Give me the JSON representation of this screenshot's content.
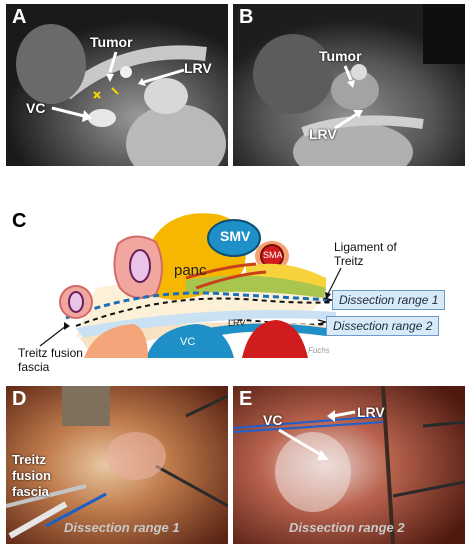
{
  "panels": {
    "a": {
      "letter": "A",
      "tumor": "Tumor",
      "lrv": "LRV",
      "vc": "VC"
    },
    "b": {
      "letter": "B",
      "tumor": "Tumor",
      "lrv": "LRV"
    },
    "c": {
      "letter": "C",
      "smv": "SMV",
      "sma": "SMA",
      "panc": "panc",
      "vc": "VC",
      "lrv": "LRV",
      "ligament_line1": "Ligament of",
      "ligament_line2": "Treitz",
      "range1": "Dissection range 1",
      "range2": "Dissection range 2",
      "fascia_line1": "Treitz fusion",
      "fascia_line2": "fascia",
      "signature": "Fuchs"
    },
    "d": {
      "letter": "D",
      "fascia_line1": "Treitz",
      "fascia_line2": "fusion",
      "fascia_line3": "fascia",
      "caption": "Dissection range 1"
    },
    "e": {
      "letter": "E",
      "vc": "VC",
      "lrv": "LRV",
      "caption": "Dissection range 2"
    }
  },
  "colors": {
    "pancreas": "#f5b700",
    "smv": "#1f8fc8",
    "sma": "#d01c1c",
    "vc": "#1f8fc8",
    "fascia_dashed": "#1b6fb5",
    "range_box": "#d8e9f7"
  }
}
